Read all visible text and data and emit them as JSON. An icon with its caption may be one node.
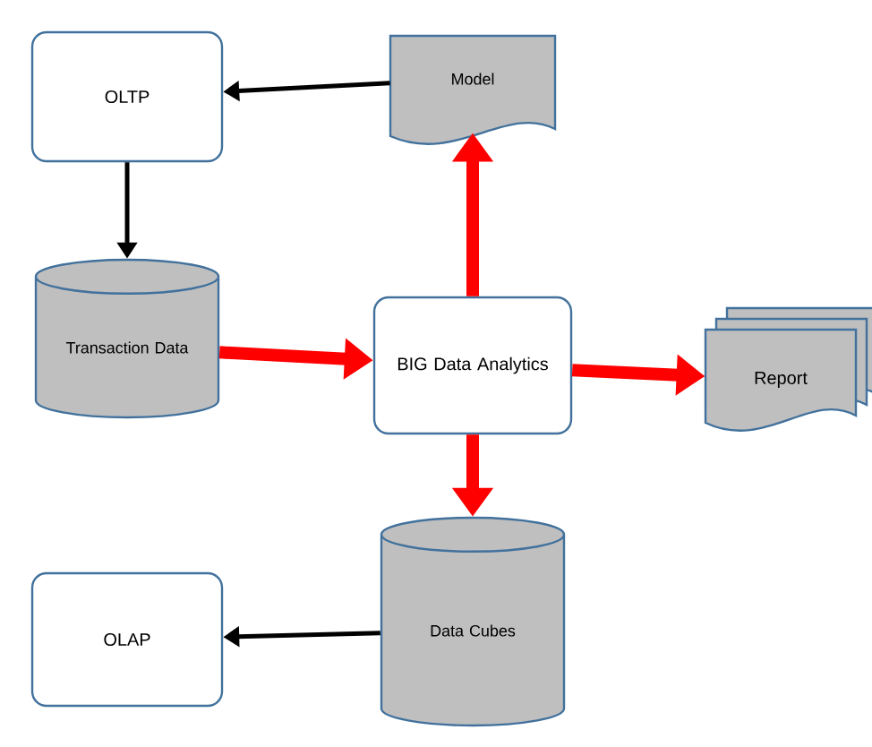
{
  "diagram": {
    "nodes": [
      {
        "text": [
          "OLTP"
        ]
      },
      {
        "text": [
          "Model"
        ]
      },
      {
        "text": [
          "Transaction Data"
        ]
      },
      {
        "text": [
          "BIG Data Analytics"
        ]
      },
      {
        "text": [
          "Report"
        ]
      },
      {
        "text": [
          "OLAP"
        ]
      },
      {
        "text": [
          "Data Cubes"
        ]
      }
    ],
    "edges": [
      {
        "from": 1,
        "to": 0,
        "arrow": "to",
        "color": "#000000"
      },
      {
        "from": 0,
        "to": 2,
        "arrow": "to",
        "color": "#000000"
      },
      {
        "from": 2,
        "to": 3,
        "arrow": "to"
      },
      {
        "from": 3,
        "to": 1,
        "arrow": "to"
      },
      {
        "from": 3,
        "to": 4,
        "arrow": "to"
      },
      {
        "from": 3,
        "to": 6,
        "arrow": "to"
      },
      {
        "from": 6,
        "to": 5,
        "arrow": "to",
        "color": "#000000"
      }
    ]
  }
}
